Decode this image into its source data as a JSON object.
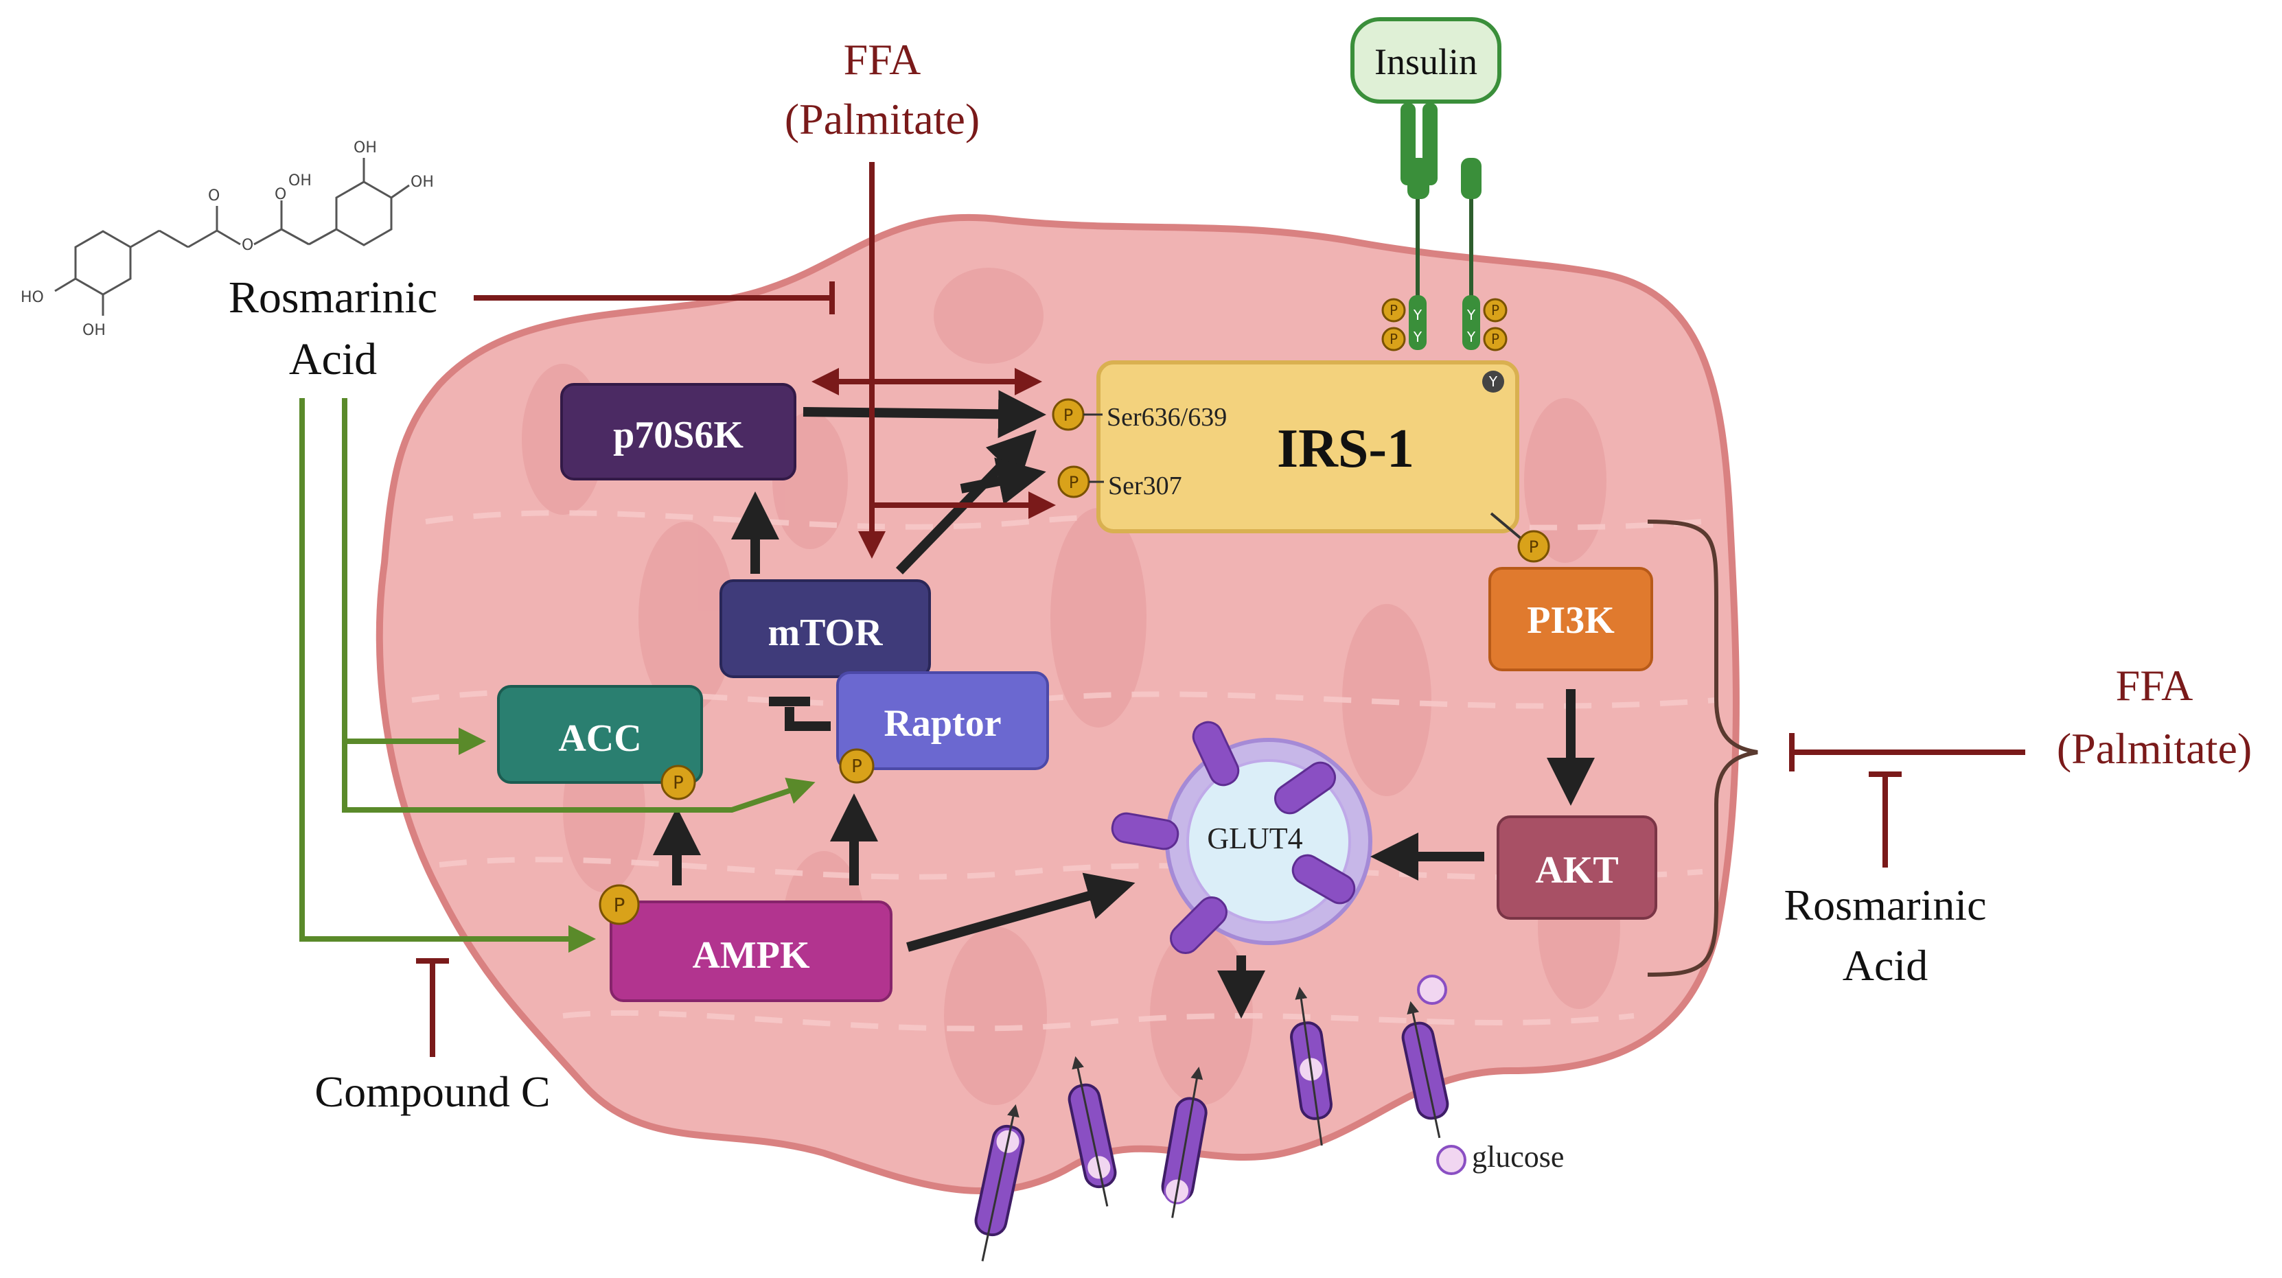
{
  "labels": {
    "ffa_top_line1": "FFA",
    "ffa_top_line2": "(Palmitate)",
    "insulin": "Insulin",
    "ra_left_line1": "Rosmarinic",
    "ra_left_line2": "Acid",
    "p70s6k": "p70S6K",
    "mtor": "mTOR",
    "raptor": "Raptor",
    "acc": "ACC",
    "ampk": "AMPK",
    "irs1": "IRS-1",
    "ser636": "Ser636/639",
    "ser307": "Ser307",
    "pi3k": "PI3K",
    "akt": "AKT",
    "glut4": "GLUT4",
    "glucose": "glucose",
    "compound_c": "Compound C",
    "ffa_right_line1": "FFA",
    "ffa_right_line2": "(Palmitate)",
    "ra_right_line1": "Rosmarinic",
    "ra_right_line2": "Acid",
    "phospho": "P",
    "tyr": "Y",
    "structure_oh_1": "OH",
    "structure_oh_2": "OH",
    "structure_oh_3": "OH",
    "structure_ho": "HO",
    "structure_oh_4": "OH",
    "structure_o_1": "O",
    "structure_o_2": "O",
    "structure_o_3": "O"
  },
  "colors": {
    "cell_fill": "#f0b3b3",
    "cell_stroke": "#d98181",
    "inhibit_red": "#7a1a1a",
    "activate_green": "#5a8a2a",
    "arrow_black": "#222222",
    "p70s6k": "#4b2a63",
    "mtor": "#3f3b7a",
    "raptor": "#6b68d0",
    "acc": "#2a7f70",
    "ampk": "#b2348f",
    "irs1": "#f3d27d",
    "pi3k": "#e07a2e",
    "akt": "#a85065",
    "glut4": "#8a4fc3",
    "phospho": "#d9a21a",
    "insulin_receptor": "#3a8f3a"
  },
  "icons": [
    "rosmarinic-acid-structure",
    "insulin-receptor-icon",
    "glut4-vesicle-icon",
    "glucose-transporter-icon",
    "phosphate-icon"
  ]
}
